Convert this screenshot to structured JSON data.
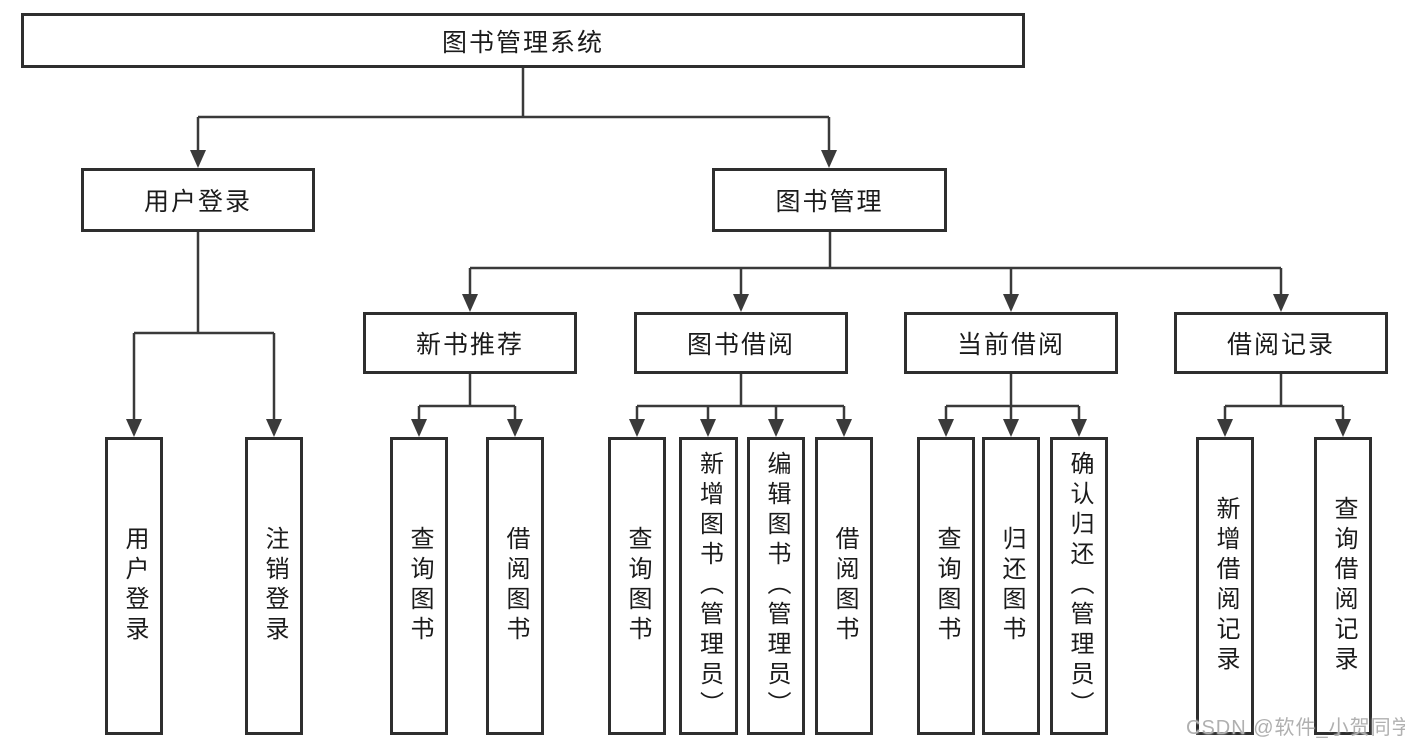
{
  "diagram": {
    "type": "hierarchy-tree",
    "orientation": "top-down"
  },
  "colors": {
    "background": "#ffffff",
    "line": "#3a3a3a",
    "box_border": "#2e2e2e",
    "text": "#1b1b1b",
    "watermark": "#b0b0b0"
  },
  "tree": {
    "root": {
      "label": "图书管理系统",
      "children": [
        {
          "label": "用户登录",
          "children": [
            {
              "label": "用户登录"
            },
            {
              "label": "注销登录"
            }
          ]
        },
        {
          "label": "图书管理",
          "children": [
            {
              "label": "新书推荐",
              "children": [
                {
                  "label": "查询图书"
                },
                {
                  "label": "借阅图书"
                }
              ]
            },
            {
              "label": "图书借阅",
              "children": [
                {
                  "label": "查询图书"
                },
                {
                  "label": "新增图书（管理员）"
                },
                {
                  "label": "编辑图书（管理员）"
                },
                {
                  "label": "借阅图书"
                }
              ]
            },
            {
              "label": "当前借阅",
              "children": [
                {
                  "label": "查询图书"
                },
                {
                  "label": "归还图书"
                },
                {
                  "label": "确认归还（管理员）"
                }
              ]
            },
            {
              "label": "借阅记录",
              "children": [
                {
                  "label": "新增借阅记录"
                },
                {
                  "label": "查询借阅记录"
                }
              ]
            }
          ]
        }
      ]
    }
  },
  "watermark": {
    "text": "CSDN @软件_小贺同学"
  }
}
